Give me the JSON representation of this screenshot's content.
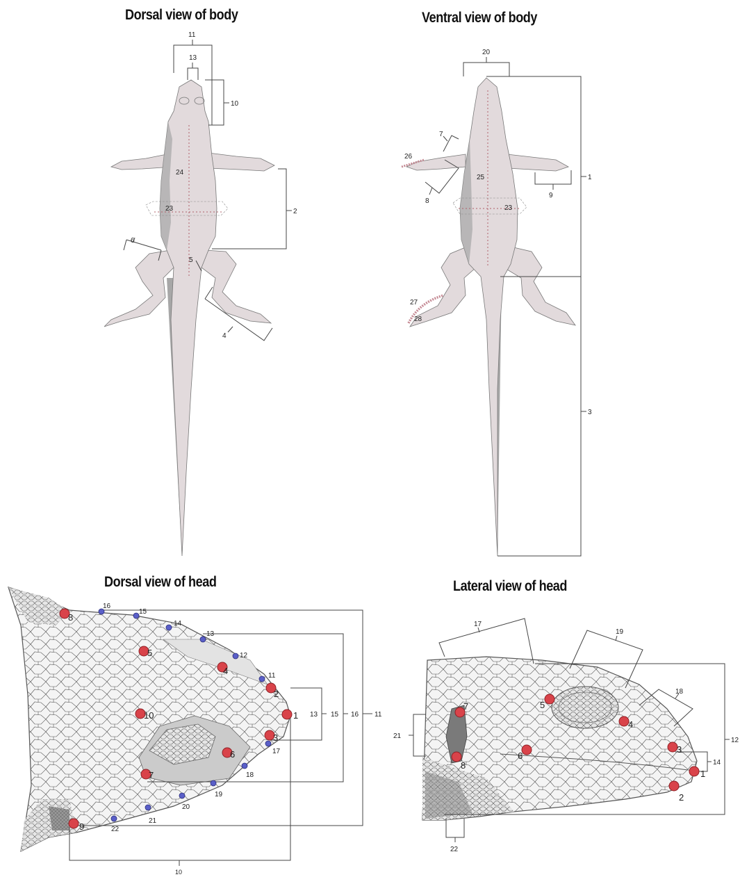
{
  "panels": {
    "dorsal_body": {
      "title": "Dorsal view of body"
    },
    "ventral_body": {
      "title": "Ventral view of body"
    },
    "dorsal_head": {
      "title": "Dorsal view of head"
    },
    "lateral_head": {
      "title": "Lateral view of head"
    }
  },
  "dorsal_body_labels": {
    "m11": "11",
    "m13": "13",
    "m10": "10",
    "m24": "24",
    "m23": "23",
    "m2": "2",
    "m6": "6",
    "m5": "5",
    "m4": "4"
  },
  "ventral_body_labels": {
    "m20": "20",
    "m7": "7",
    "m26": "26",
    "m25": "25",
    "m8": "8",
    "m23": "23",
    "m9": "9",
    "m1": "1",
    "m27": "27",
    "m28": "28",
    "m3": "3"
  },
  "dorsal_head_labels": {
    "lm1": "1",
    "lm2": "2",
    "lm3": "3",
    "lm4": "4",
    "lm5": "5",
    "lm6": "6",
    "lm7": "7",
    "lm8": "8",
    "lm9": "9",
    "lm10": "10",
    "sl11": "11",
    "sl12": "12",
    "sl13": "13",
    "sl14": "14",
    "sl15": "15",
    "sl16": "16",
    "sl17": "17",
    "sl18": "18",
    "sl19": "19",
    "sl20": "20",
    "sl21": "21",
    "sl22": "22",
    "b13": "13",
    "b15": "15",
    "b16": "16",
    "b11": "11",
    "b10": "10"
  },
  "lateral_head_labels": {
    "m17": "17",
    "m19": "19",
    "m18": "18",
    "m12": "12",
    "m14": "14",
    "m21": "21",
    "m22": "22",
    "lm1": "1",
    "lm2": "2",
    "lm3": "3",
    "lm4": "4",
    "lm5": "5",
    "lm6": "6",
    "lm7": "7",
    "lm8": "8"
  },
  "colors": {
    "body_fill": "#e2dadc",
    "body_shadow": "#a7a7a7",
    "landmark_red": "#d9434a",
    "landmark_blue": "#5a5fc8",
    "midline": "#b0606a"
  }
}
